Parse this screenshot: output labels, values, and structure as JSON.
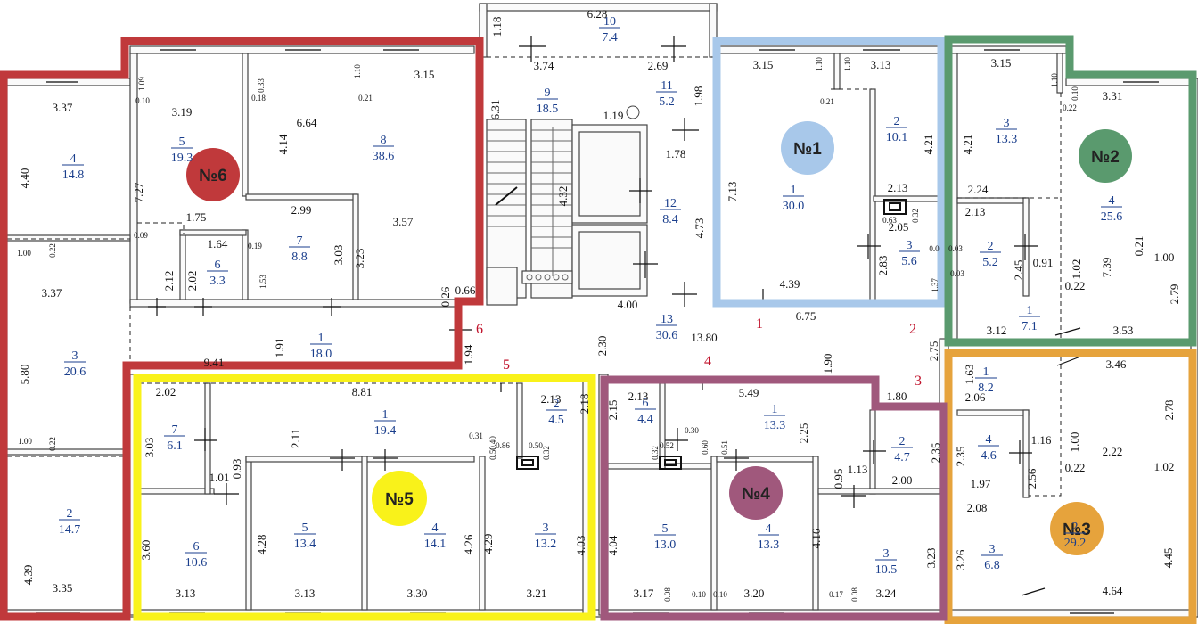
{
  "colors": {
    "apt1": "#a8c8ea",
    "apt2": "#5a9a6e",
    "apt3": "#e6a33c",
    "apt4": "#a0587c",
    "apt5": "#f9f21a",
    "apt6": "#c0393b",
    "room_text": "#1a3e8c",
    "marker": "#c0112a"
  },
  "apartments": [
    {
      "label": "№1",
      "color": "#a8c8ea"
    },
    {
      "label": "№2",
      "color": "#5a9a6e"
    },
    {
      "label": "№3",
      "color": "#e6a33c"
    },
    {
      "label": "№4",
      "color": "#a0587c"
    },
    {
      "label": "№5",
      "color": "#f9f21a"
    },
    {
      "label": "№6",
      "color": "#c0393b"
    }
  ],
  "rooms": [
    {
      "id": "10",
      "area": "7.4"
    },
    {
      "id": "9",
      "area": "18.5"
    },
    {
      "id": "11",
      "area": "5.2"
    },
    {
      "id": "12",
      "area": "8.4"
    },
    {
      "id": "13",
      "area": "30.6"
    },
    {
      "id": "4",
      "area": "14.8"
    },
    {
      "id": "5",
      "area": "19.3"
    },
    {
      "id": "8",
      "area": "38.6"
    },
    {
      "id": "7",
      "area": "8.8"
    },
    {
      "id": "6",
      "area": "3.3"
    },
    {
      "id": "3",
      "area": "20.6"
    },
    {
      "id": "1",
      "area": "18.0"
    },
    {
      "id": "2",
      "area": "14.7"
    },
    {
      "id": "2",
      "area": "10.1"
    },
    {
      "id": "1",
      "area": "30.0"
    },
    {
      "id": "3",
      "area": "5.6"
    },
    {
      "id": "3",
      "area": "13.3"
    },
    {
      "id": "4",
      "area": "25.6"
    },
    {
      "id": "2",
      "area": "5.2"
    },
    {
      "id": "1",
      "area": "7.1"
    },
    {
      "id": "1",
      "area": "8.2"
    },
    {
      "id": "4",
      "area": "4.6"
    },
    {
      "id": "3",
      "area": "6.8"
    },
    {
      "id": "2",
      "area": "29.2"
    },
    {
      "id": "7",
      "area": "6.1"
    },
    {
      "id": "1",
      "area": "19.4"
    },
    {
      "id": "2",
      "area": "4.5"
    },
    {
      "id": "6",
      "area": "10.6"
    },
    {
      "id": "5",
      "area": "13.4"
    },
    {
      "id": "4",
      "area": "14.1"
    },
    {
      "id": "3",
      "area": "13.2"
    },
    {
      "id": "6",
      "area": "4.4"
    },
    {
      "id": "1",
      "area": "13.3"
    },
    {
      "id": "2",
      "area": "4.7"
    },
    {
      "id": "5",
      "area": "13.0"
    },
    {
      "id": "4",
      "area": "13.3"
    },
    {
      "id": "3",
      "area": "10.5"
    }
  ],
  "markers": [
    "1",
    "2",
    "3",
    "4",
    "5",
    "6"
  ],
  "dimensions": [
    "1.18",
    "6.28",
    "3.74",
    "2.69",
    "6.31",
    "1.19",
    "1.98",
    "4.32",
    "1.78",
    "4.73",
    "4.00",
    "2.30",
    "13.80",
    "3.37",
    "4.40",
    "3.19",
    "1.09",
    "0.10",
    "7.27",
    "1.75",
    "0.09",
    "0.33",
    "0.18",
    "4.14",
    "6.64",
    "1.10",
    "0.21",
    "3.15",
    "2.99",
    "3.03",
    "3.23",
    "3.57",
    "1.64",
    "0.19",
    "2.02",
    "2.12",
    "1.53",
    "0.26",
    "0.66",
    "1.00",
    "0.22",
    "3.37",
    "5.80",
    "1.91",
    "9.41",
    "1.94",
    "1.00",
    "0.22",
    "4.39",
    "3.35",
    "3.15",
    "1.10",
    "1.10",
    "3.13",
    "0.21",
    "4.21",
    "7.13",
    "2.13",
    "0.63",
    "0.32",
    "2.05",
    "0.0",
    "2.83",
    "1.37",
    "4.39",
    "6.75",
    "1.90",
    "3.15",
    "1.10",
    "0.10",
    "3.31",
    "0.22",
    "4.21",
    "2.24",
    "2.13",
    "0.03",
    "2.45",
    "0.91",
    "1.02",
    "7.39",
    "0.21",
    "1.00",
    "0.03",
    "0.22",
    "2.79",
    "3.12",
    "3.53",
    "2.75",
    "1.63",
    "3.46",
    "2.06",
    "2.78",
    "2.35",
    "1.16",
    "2.56",
    "1.00",
    "0.22",
    "2.22",
    "1.02",
    "1.97",
    "2.08",
    "3.26",
    "4.45",
    "4.64",
    "2.02",
    "8.81",
    "2.13",
    "3.03",
    "2.11",
    "0.31",
    "0.40",
    "0.50",
    "0.86",
    "0.50",
    "0.32",
    "2.18",
    "1.01",
    "0.93",
    "3.60",
    "4.28",
    "4.26",
    "4.29",
    "4.03",
    "3.13",
    "3.13",
    "3.30",
    "3.21",
    "2.13",
    "5.49",
    "1.80",
    "2.15",
    "0.30",
    "0.32",
    "0.52",
    "0.60",
    "0.51",
    "2.25",
    "2.35",
    "1.13",
    "0.95",
    "2.00",
    "4.04",
    "4.16",
    "3.23",
    "3.17",
    "0.08",
    "0.10",
    "0.10",
    "3.20",
    "0.17",
    "0.08",
    "3.24"
  ]
}
